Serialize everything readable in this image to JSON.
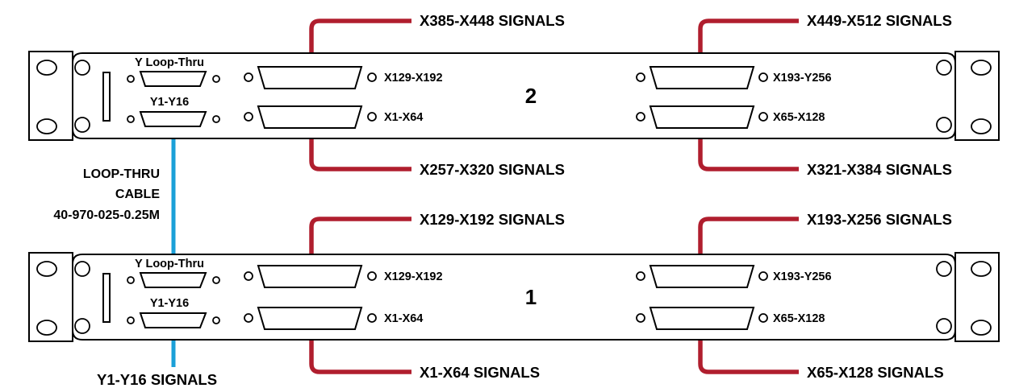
{
  "colors": {
    "signal_cable": "#b01e2e",
    "loop_cable": "#1ba0d8",
    "outline": "#000000"
  },
  "loop_cable_label": [
    "LOOP-THRU",
    "CABLE",
    "40-970-025-0.25M"
  ],
  "bottom_signal_label": "Y1-Y16 SIGNALS",
  "units": [
    {
      "id": "2",
      "number": "2",
      "y_loop_label": "Y Loop-Thru",
      "y_in_label": "Y1-Y16",
      "ports": {
        "left_top": "X129-X192",
        "left_bottom": "X1-X64",
        "right_top": "X193-Y256",
        "right_bottom": "X65-X128"
      },
      "signals": {
        "left_top": "X385-X448 SIGNALS",
        "left_bottom": "X257-X320 SIGNALS",
        "right_top": "X449-X512 SIGNALS",
        "right_bottom": "X321-X384 SIGNALS"
      }
    },
    {
      "id": "1",
      "number": "1",
      "y_loop_label": "Y Loop-Thru",
      "y_in_label": "Y1-Y16",
      "ports": {
        "left_top": "X129-X192",
        "left_bottom": "X1-X64",
        "right_top": "X193-Y256",
        "right_bottom": "X65-X128"
      },
      "signals": {
        "left_top": "X129-X192 SIGNALS",
        "left_bottom": "X1-X64 SIGNALS",
        "right_top": "X193-X256 SIGNALS",
        "right_bottom": "X65-X128 SIGNALS"
      }
    }
  ]
}
